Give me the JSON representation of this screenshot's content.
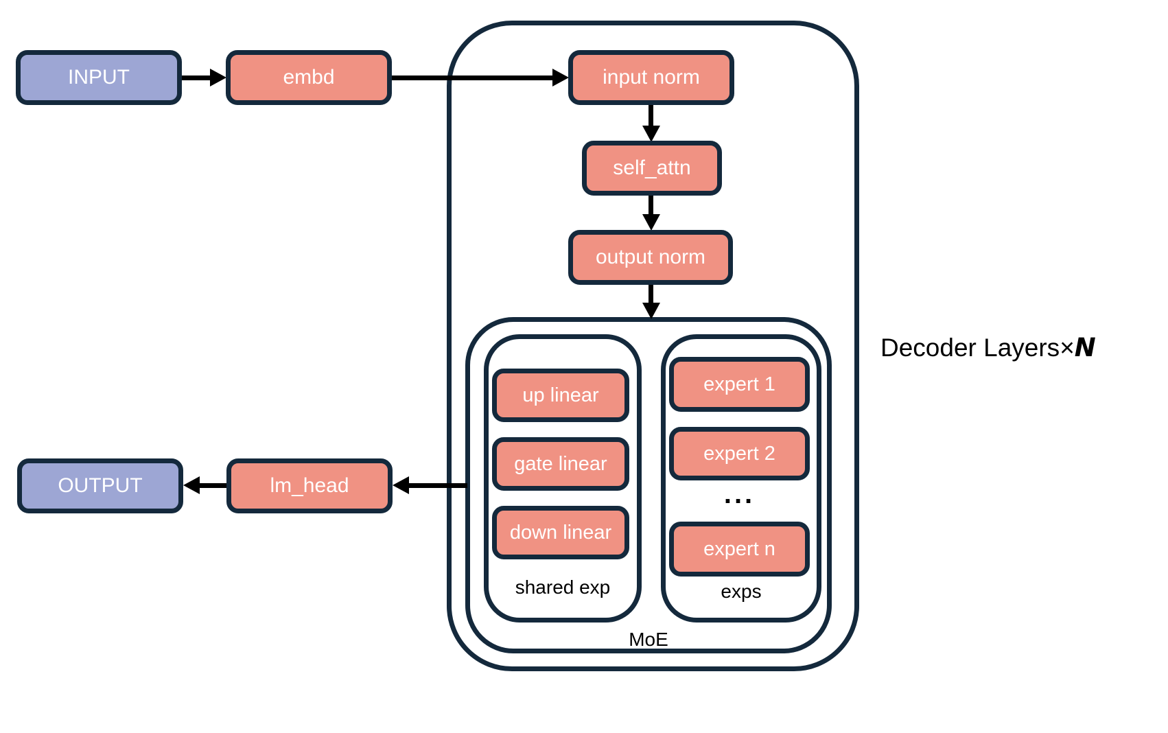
{
  "diagram": {
    "nodes": {
      "input": "INPUT",
      "embd": "embd",
      "input_norm": "input norm",
      "self_attn": "self_attn",
      "output_norm": "output norm",
      "up_linear": "up linear",
      "gate_linear": "gate linear",
      "down_linear": "down linear",
      "expert_1": "expert 1",
      "expert_2": "expert 2",
      "ellipsis": "...",
      "expert_n": "expert n",
      "lm_head": "lm_head",
      "output": "OUTPUT"
    },
    "labels": {
      "shared_exp": "shared exp",
      "exps": "exps",
      "moe": "MoE",
      "decoder_layers": "Decoder Layers",
      "times": "×",
      "n": "N"
    },
    "colors": {
      "io_fill": "#9DA6D4",
      "block_fill": "#F09283",
      "outline": "#14293C",
      "arrow": "#000000",
      "box_text": "#FFFFFF",
      "label_text": "#000000",
      "background": "#FFFFFF"
    }
  }
}
